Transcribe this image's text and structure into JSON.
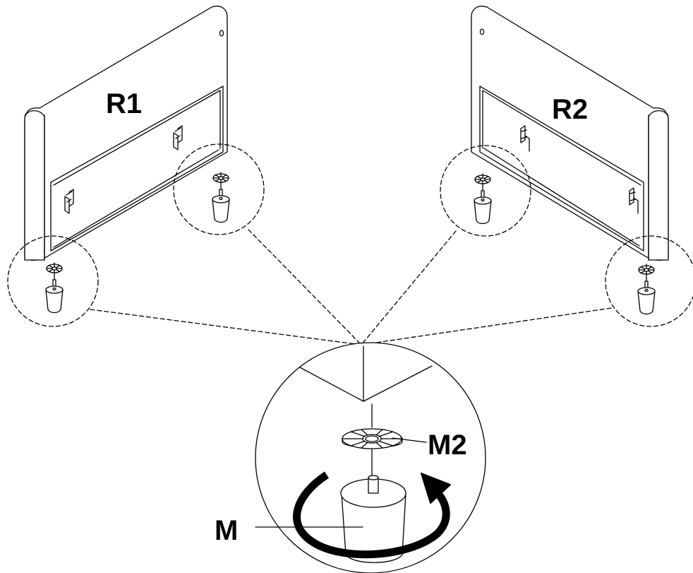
{
  "labels": {
    "panel_left": "R1",
    "panel_right": "R2",
    "washer": "M2",
    "foot": "M"
  },
  "colors": {
    "stroke": "#000000",
    "background": "#ffffff"
  },
  "icons": [
    "rotation-arrow-icon"
  ]
}
